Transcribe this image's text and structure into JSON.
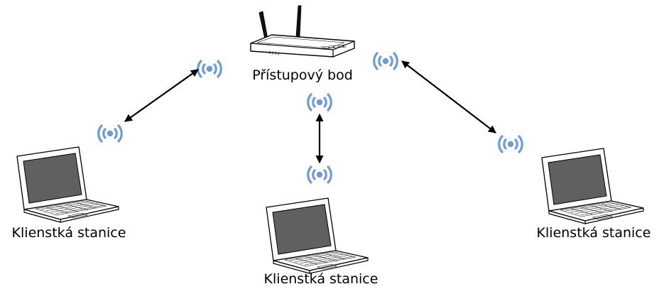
{
  "access_point": {
    "label": "Přístupový bod"
  },
  "stations": [
    {
      "label": "Klienstká stanice"
    },
    {
      "label": "Klienstká stanice"
    },
    {
      "label": "Klienstká stanice"
    }
  ],
  "icons": {
    "router": "router-icon",
    "laptop": "laptop-icon",
    "wifi_signal": "wifi-signal-icon",
    "link_arrow": "double-arrow"
  },
  "colors": {
    "wifi": "#6a9bdb",
    "laptop_screen": "#606060",
    "laptop_body": "#ffffff",
    "outline": "#000000"
  }
}
